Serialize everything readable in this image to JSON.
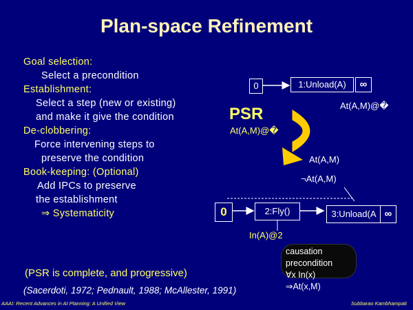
{
  "slide": {
    "title": "Plan-space Refinement",
    "bullets": [
      {
        "head": "Goal selection:",
        "lines": [
          "Select a precondition"
        ]
      },
      {
        "head": "Establishment:",
        "lines": [
          "Select a step (new or existing)",
          "and make it give the condition"
        ]
      },
      {
        "head": "De-clobbering:",
        "lines": [
          "Force intervening steps to",
          "preserve the condition"
        ]
      },
      {
        "head": "Book-keeping: (Optional)",
        "lines": [
          "Add IPCs to preserve",
          "the establishment"
        ]
      },
      {
        "head": "",
        "lines": [
          "⇒ Systematicity"
        ]
      }
    ],
    "psr_label": "PSR",
    "psr_sub": "At(A,M)@�",
    "top_plan": {
      "start": "0",
      "step1": "1:Unload(A)",
      "end_symbol": "∞",
      "cond": "At(A,M)@�"
    },
    "bottom_plan": {
      "start": "0",
      "step2": "2:Fly()",
      "step3": "3:Unload(A",
      "end_symbol": "∞",
      "cond_at": "At(A,M)",
      "cond_not_at": "¬At(A,M)",
      "ipc": "In(A)@2"
    },
    "note_complete": "(PSR is  complete, and progressive)",
    "legend": {
      "line1": "causation",
      "line2": "precondition",
      "line3": "∀x In(x) ⇒At(x,M)"
    },
    "citation": "(Sacerdoti, 1972; Pednault, 1988; McAllester, 1991)",
    "footer_left": "AAAI: Recent Advances in AI Planning: A Unified View",
    "footer_right": "Subbarao Kambhampati"
  },
  "colors": {
    "background": "#00007a",
    "title": "#fff2b8",
    "heading": "#ffff66",
    "text": "#ffffff",
    "arrow_big": "#ffcc00"
  }
}
